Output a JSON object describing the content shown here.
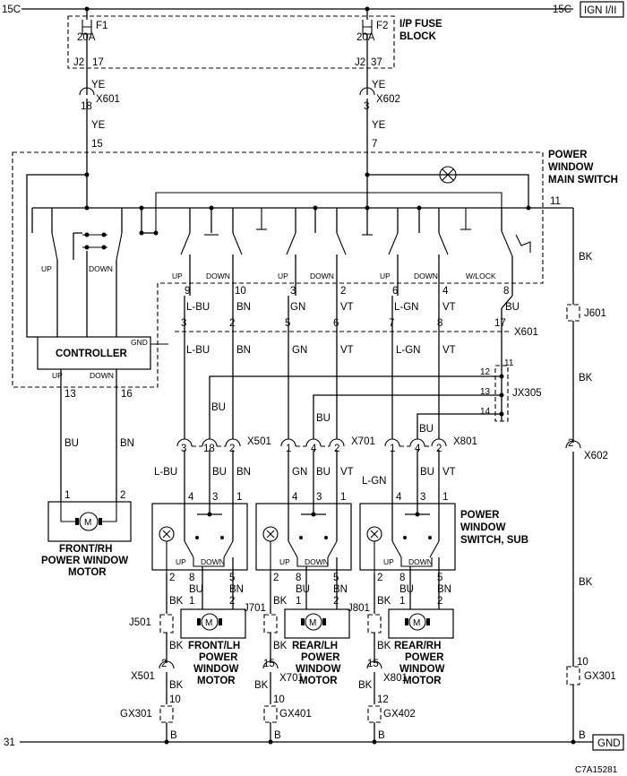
{
  "power": {
    "left": "15C",
    "right": "15C",
    "ign": "IGN I/II"
  },
  "ground": {
    "left": "31",
    "right": "B",
    "gnd": "GND"
  },
  "fuses": [
    {
      "name": "F1",
      "rating": "20A",
      "conn": "J2",
      "pin": "17"
    },
    {
      "name": "F2",
      "rating": "20A",
      "conn": "J2",
      "pin": "37"
    }
  ],
  "fuse_block": {
    "line1": "I/P FUSE",
    "line2": "BLOCK"
  },
  "feed_wires": [
    {
      "upper": "YE",
      "pin": "18",
      "conn": "X601",
      "lower": "YE",
      "switch_pin": "15"
    },
    {
      "upper": "YE",
      "pin": "3",
      "conn": "X602",
      "lower": "YE",
      "switch_pin": "7"
    }
  ],
  "main_switch": {
    "line1": "POWER",
    "line2": "WINDOW",
    "line3": "MAIN SWITCH",
    "pin11": "11"
  },
  "controller": {
    "label": "CONTROLLER",
    "gnd": "GND",
    "up": "UP",
    "down": "DOWN",
    "pin_up": "13",
    "pin_down": "16"
  },
  "driver_switch": {
    "up": "UP",
    "down": "DOWN"
  },
  "switch_labels": [
    {
      "up": "UP",
      "down": "DOWN"
    },
    {
      "up": "UP",
      "down": "DOWN"
    },
    {
      "up": "UP",
      "down": "DOWN"
    },
    {
      "up": "",
      "down": "W/LOCK"
    }
  ],
  "switch_pins": [
    {
      "pin": "9",
      "wire": "L-BU",
      "xpin": "3"
    },
    {
      "pin": "10",
      "wire": "BN",
      "xpin": "2"
    },
    {
      "pin": "3",
      "wire": "GN",
      "xpin": "5"
    },
    {
      "pin": "2",
      "wire": "VT",
      "xpin": "6"
    },
    {
      "pin": "6",
      "wire": "L-GN",
      "xpin": "7"
    },
    {
      "pin": "4",
      "wire": "VT",
      "xpin": "8"
    },
    {
      "pin": "8",
      "wire": "BU",
      "xpin": "17"
    }
  ],
  "x601_lower": "X601",
  "lower_wires": [
    "L-BU",
    "BN",
    "GN",
    "VT",
    "L-GN",
    "VT"
  ],
  "jx305": {
    "label": "JX305",
    "pins": [
      "11",
      "12",
      "13",
      "14"
    ]
  },
  "bu_branches": [
    "BU",
    "BU",
    "BU"
  ],
  "connectors": [
    {
      "name": "X501",
      "pins": [
        "3",
        "18",
        "2"
      ]
    },
    {
      "name": "X701",
      "pins": [
        "1",
        "4",
        "2"
      ]
    },
    {
      "name": "X801",
      "pins": [
        "1",
        "4",
        "2"
      ]
    }
  ],
  "sub_wires": [
    {
      "left": "L-BU",
      "mid": "BU",
      "right": "BN"
    },
    {
      "left": "GN",
      "mid": "BU",
      "right": "VT"
    },
    {
      "left": "L-GN",
      "mid": "BU",
      "right": "VT"
    }
  ],
  "sub_switch_pins_top": [
    "4",
    "3",
    "1"
  ],
  "sub_switch": {
    "line1": "POWER",
    "line2": "WINDOW",
    "line3": "SWITCH, SUB",
    "up": "UP",
    "down": "DOWN"
  },
  "sub_switch_pins_bottom": [
    "2",
    "8",
    "5"
  ],
  "sub_bottom_wires": {
    "bk": "BK",
    "bu": "BU",
    "bn": "BN"
  },
  "motor_pins": [
    "1",
    "2"
  ],
  "motor_symbol": "M",
  "rh_motor": {
    "wire_left": "BU",
    "wire_right": "BN",
    "pin_up": "1",
    "pin_down": "2",
    "line1": "FRONT/RH",
    "line2": "POWER WINDOW",
    "line3": "MOTOR"
  },
  "motors": [
    {
      "line1": "FRONT/LH",
      "line2": "POWER",
      "line3": "WINDOW",
      "line4": "MOTOR"
    },
    {
      "line1": "REAR/LH",
      "line2": "POWER",
      "line3": "WINDOW",
      "line4": "MOTOR"
    },
    {
      "line1": "REAR/RH",
      "line2": "POWER",
      "line3": "WINDOW",
      "line4": "MOTOR"
    }
  ],
  "ground_paths": [
    {
      "j": "J501",
      "x": "X501",
      "xpin": "2",
      "gx": "GX301",
      "gxpin": "10"
    },
    {
      "j": "J701",
      "x": "X701",
      "xpin": "15",
      "gx": "GX401",
      "gxpin": "10"
    },
    {
      "j": "J801",
      "x": "X801",
      "xpin": "15",
      "gx": "GX402",
      "gxpin": "12"
    }
  ],
  "right_branch": {
    "bk1": "BK",
    "j601": "J601",
    "bk2": "BK",
    "x602_pin": "2",
    "x602": "X602",
    "bk3": "BK",
    "gx_pin": "10",
    "gx": "GX301"
  },
  "figure_id": "C7A15281"
}
